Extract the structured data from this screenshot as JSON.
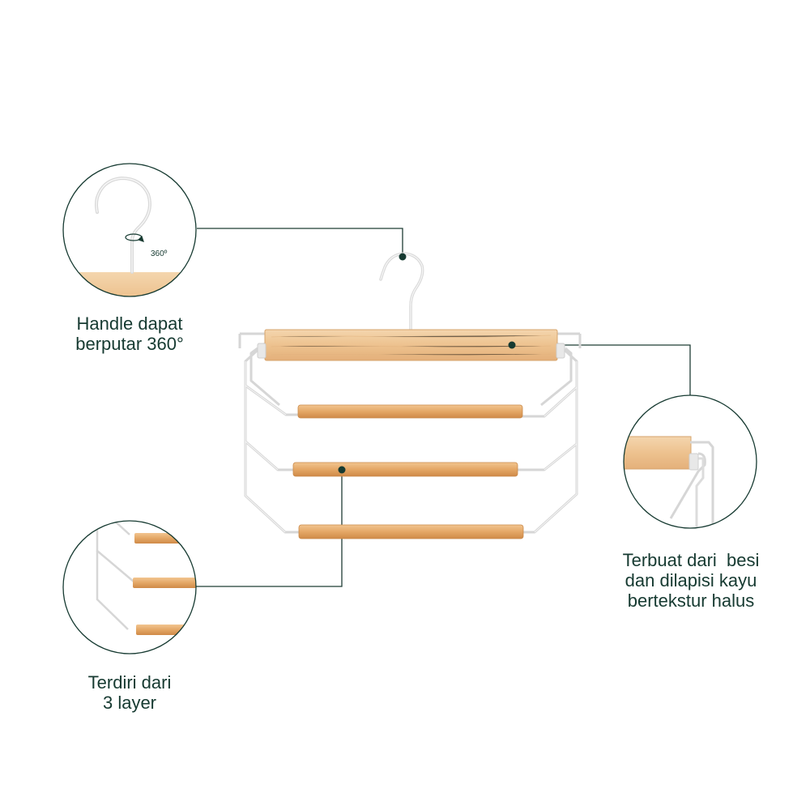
{
  "features": {
    "handle": {
      "line1": "Handle dapat",
      "line2": "berputar 360°",
      "badge": "360º"
    },
    "material": {
      "line1": "Terbuat dari  besi",
      "line2": "dan dilapisi kayu",
      "line3": "bertekstur halus"
    },
    "layers": {
      "line1": "Terdiri dari",
      "line2": "3 layer"
    }
  },
  "colors": {
    "accent": "#163a31",
    "wood_light": "#f0cfa2",
    "wood_mid": "#e8b47c",
    "wood_dark": "#e0a060",
    "wire": "#dadada"
  },
  "icons": {
    "rotation": "rotate-360-icon"
  }
}
